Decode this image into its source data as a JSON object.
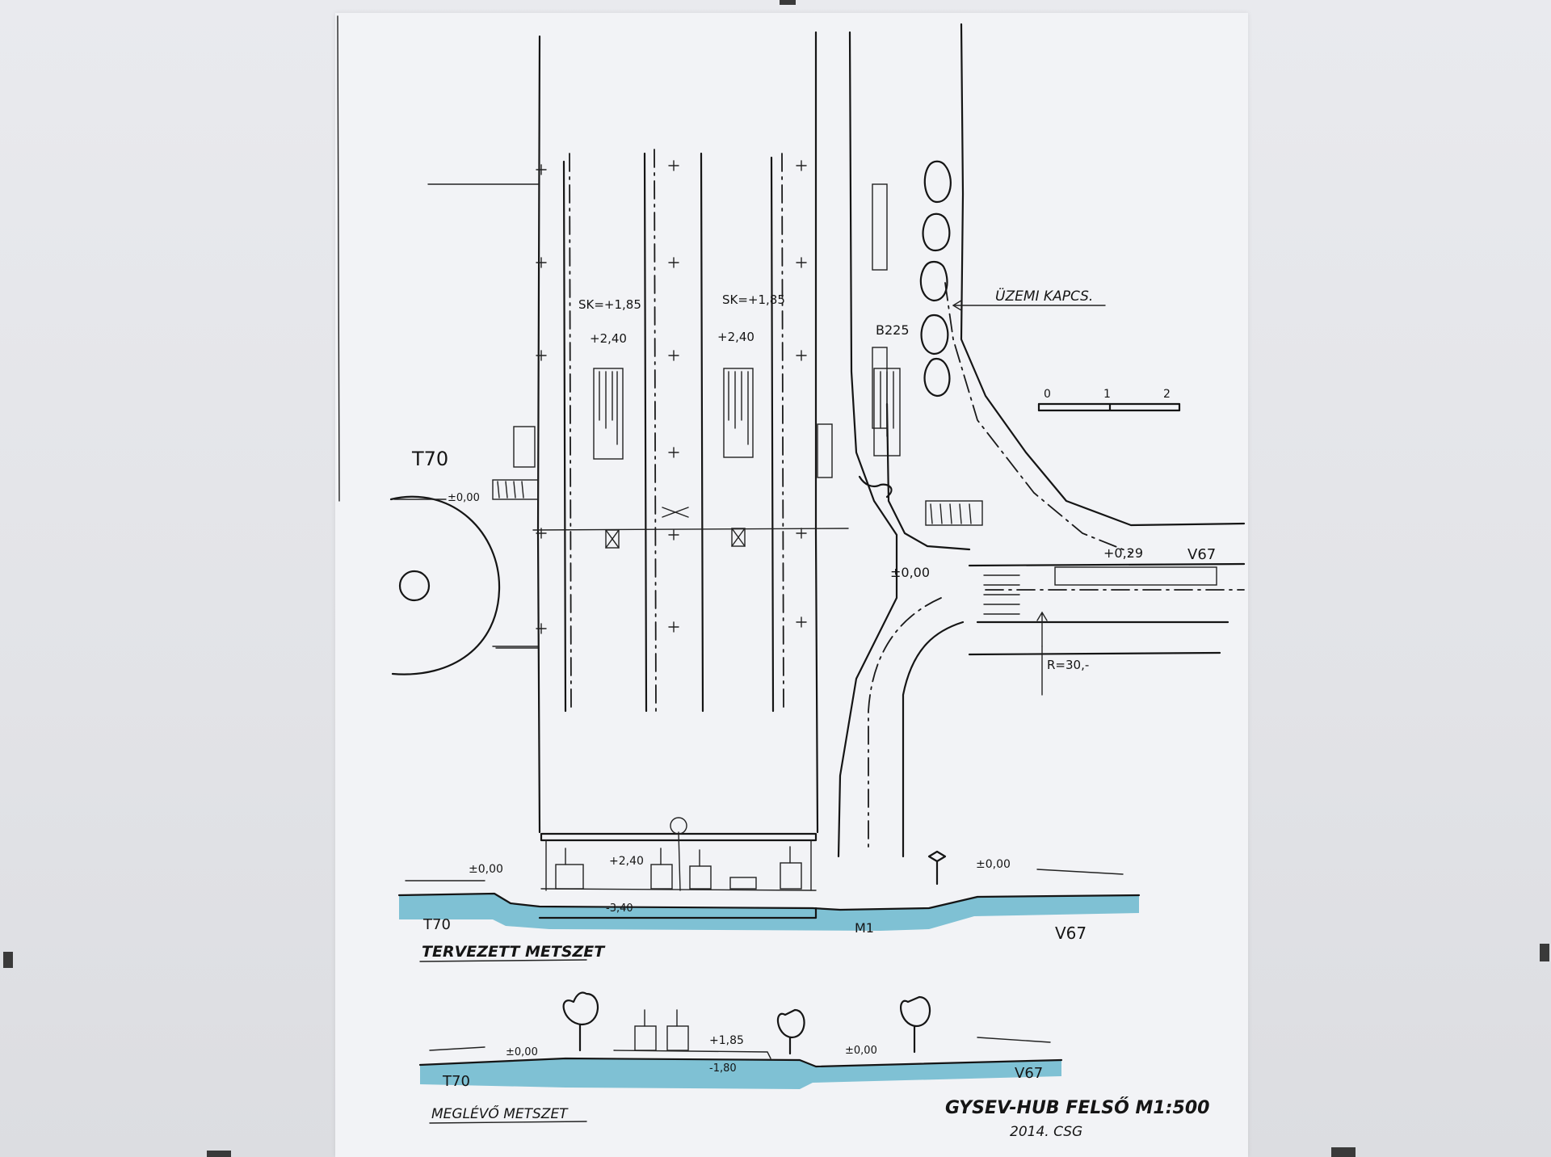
{
  "labels": {
    "t70_top": "T70",
    "level_top_left": "±0,00",
    "sk_left": "SK=+1,85",
    "sk_right": "SK=+1,85",
    "level_left_inner": "+2,40",
    "level_right_inner": "+2,40",
    "b225": "B225",
    "uzemi_kapcs": "ÜZEMI KAPCS.",
    "scale_0": "0",
    "scale_1": "1",
    "scale_2": "2",
    "level_junction": "±0,00",
    "level_v67_road": "+0,29",
    "v67_top": "V67",
    "radius": "R=30,-",
    "section1_level_left": "±0,00",
    "section1_level_platform": "+2,40",
    "section1_level_underpass": "-3,40",
    "section1_level_right": "±0,00",
    "section1_t70": "T70",
    "section1_m1": "M1",
    "section1_v67": "V67",
    "section1_title": "TERVEZETT METSZET",
    "section2_level_left": "±0,00",
    "section2_level_platform": "+1,85",
    "section2_level_underpass": "-1,80",
    "section2_level_right": "±0,00",
    "section2_t70": "T70",
    "section2_v67": "V67",
    "section2_title": "MEGLÉVŐ METSZET",
    "plan_title": "GYSEV-HUB FELSŐ M1:500",
    "signature": "2014. CSG"
  },
  "colors": {
    "ink": "#151515",
    "water": "#7fc1d4",
    "paper": "#f2f3f6",
    "backdrop": "#e4e5e9"
  }
}
